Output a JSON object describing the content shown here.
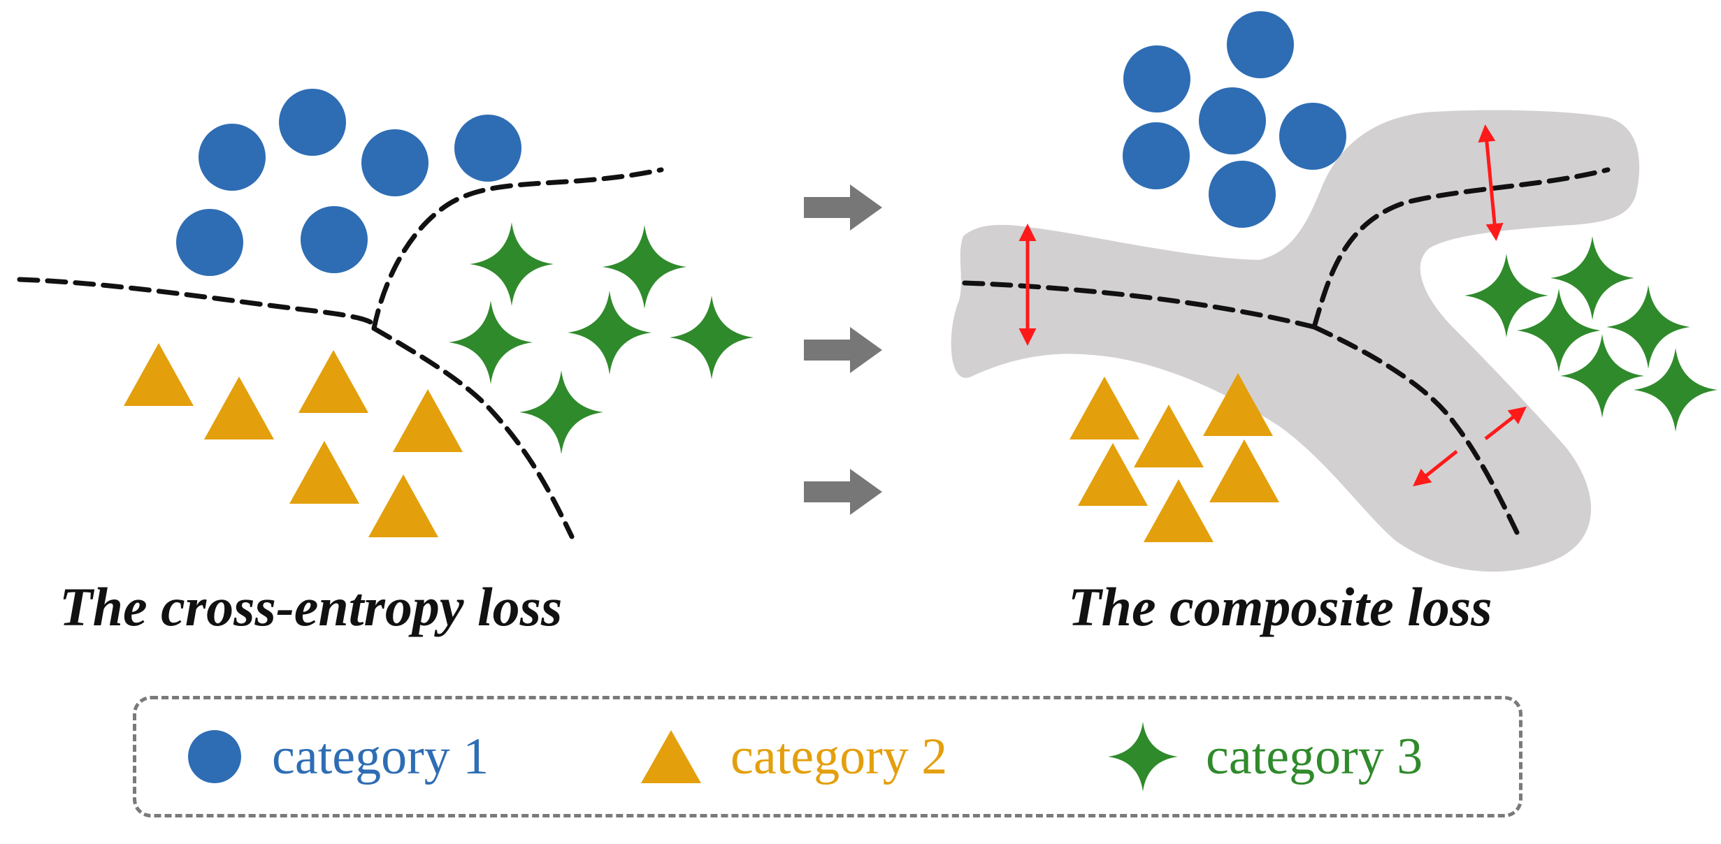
{
  "titles": {
    "left": "The cross-entropy loss",
    "right": "The composite loss"
  },
  "legend": [
    {
      "label": "category 1",
      "shape": "circle",
      "color": "#2e6db4"
    },
    {
      "label": "category 2",
      "shape": "triangle",
      "color": "#e39f0c"
    },
    {
      "label": "category 3",
      "shape": "four-point-star",
      "color": "#2f8a2b"
    }
  ],
  "colors": {
    "boundary": "#111111",
    "margin_region": "#d3d0d1",
    "margin_arrow": "#ff1a1a",
    "transition_arrow": "#777777"
  }
}
